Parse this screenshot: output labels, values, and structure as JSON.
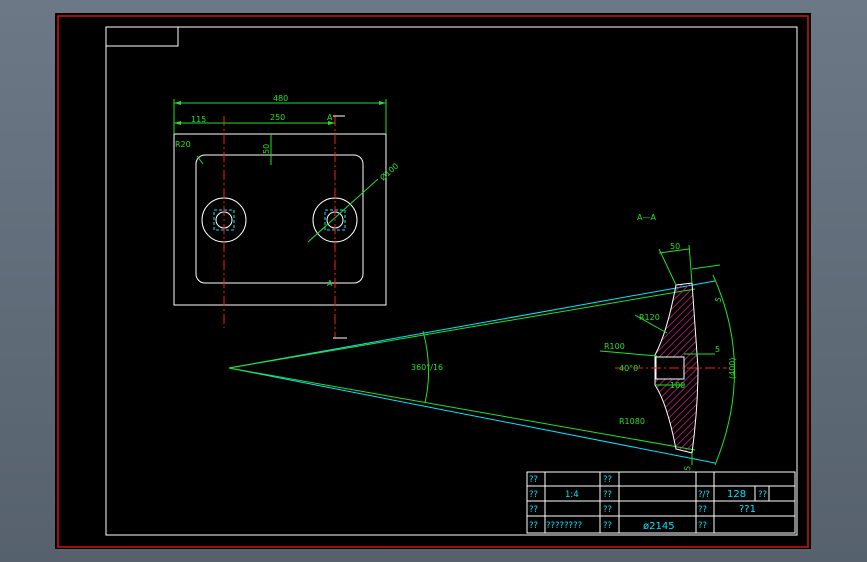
{
  "colors": {
    "border": "#d11414",
    "frame": "#ffffff",
    "dim": "#22e022",
    "center": "#ff1a1a",
    "cyan": "#00e5ff",
    "hatch": "#c0267a"
  },
  "plan": {
    "dim_total": "480",
    "dim_left": "115",
    "dim_center": "250",
    "dim_height": "50",
    "radius_corner": "R20",
    "dia_hole": "Ø100",
    "section_mark": "A"
  },
  "section": {
    "title": "A—A",
    "dim_width": "50",
    "dim_top": "5",
    "dim_bottom": "5",
    "dim_right": "5",
    "radius_120": "R120",
    "radius_100": "R100",
    "angle": "40°0'",
    "hub": "100",
    "chord": "(400)",
    "radius_1080": "R1080",
    "sector_angle": "360°/16"
  },
  "title_block": {
    "r1c1": "??",
    "r1c3": "??",
    "r2c1": "??",
    "r2c2": "1:4",
    "r2c3": "??",
    "r2c4": "?/?",
    "r2c5": "128",
    "r2c6": "??",
    "r3c1": "??",
    "r3c3": "??",
    "r3c4": "??",
    "r3c5": "??1",
    "r4c1": "??",
    "r4c2": "????????",
    "r4c3": "??",
    "r4c4": "ø2145",
    "r4c5": "??"
  }
}
